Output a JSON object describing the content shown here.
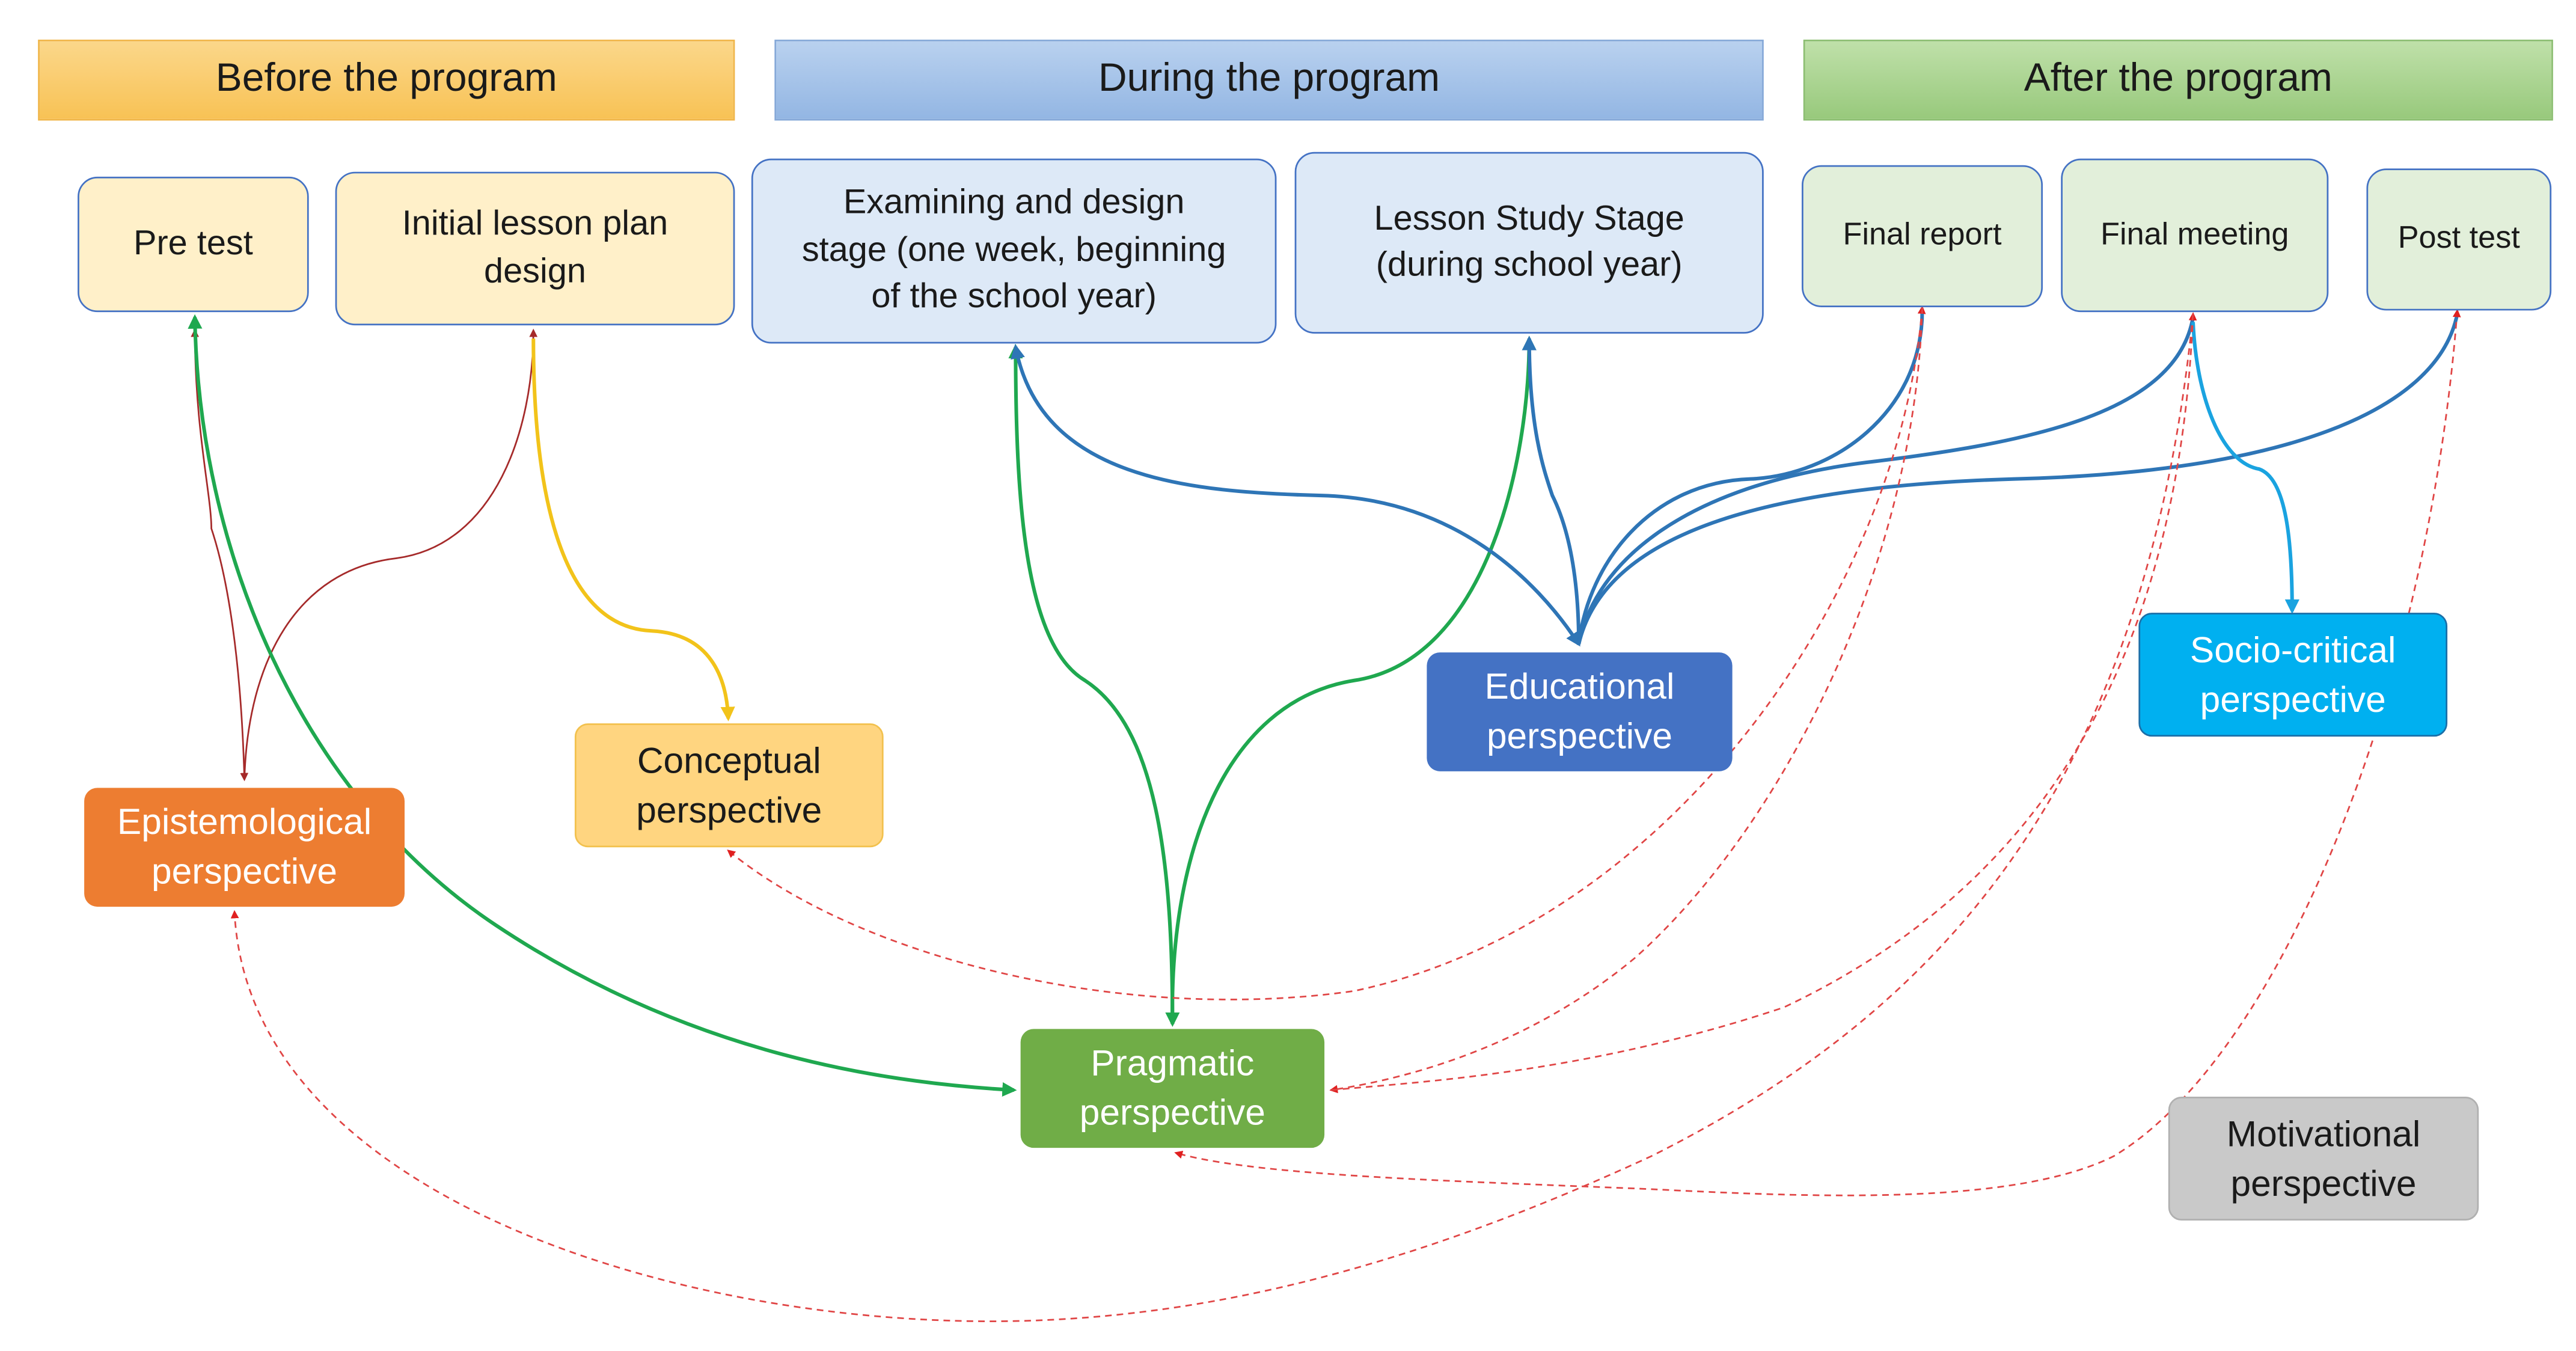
{
  "phases": {
    "before": "Before the program",
    "during": "During the program",
    "after": "After the program"
  },
  "stages": {
    "pre_test": "Pre test",
    "initial_lesson_plan": [
      "Initial lesson plan",
      "design"
    ],
    "examining_design": [
      "Examining and design",
      "stage (one week, beginning",
      "of the school year)"
    ],
    "lesson_study": [
      "Lesson Study Stage",
      "(during school year)"
    ],
    "final_report": "Final report",
    "final_meeting": "Final meeting",
    "post_test": "Post test"
  },
  "perspectives": {
    "epistemological": [
      "Epistemological",
      "perspective"
    ],
    "conceptual": [
      "Conceptual",
      "perspective"
    ],
    "pragmatic": [
      "Pragmatic",
      "perspective"
    ],
    "educational": [
      "Educational",
      "perspective"
    ],
    "socio_critical": [
      "Socio-critical",
      "perspective"
    ],
    "motivational": [
      "Motivational",
      "perspective"
    ]
  },
  "colors": {
    "green_link": "#1fa84f",
    "blue_link": "#2e75b6",
    "light_blue_link": "#1aa3e0",
    "yellow_link": "#f2c31a",
    "dark_red_link": "#a52a2a",
    "red_dashed_link": "#e04545"
  }
}
